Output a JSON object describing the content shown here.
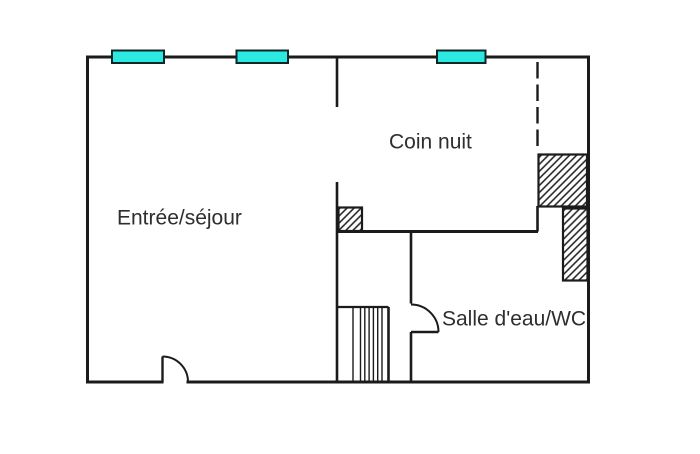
{
  "figure": {
    "type": "apartment-floor-plan",
    "colors": {
      "background": "#ffffff",
      "wall": "#1b1b1b",
      "label": "#2e2e2e",
      "window-fill": "#2be8e0",
      "window-border": "#0d2626"
    },
    "rooms": {
      "living": {
        "label": "Entrée/séjour"
      },
      "sleeping": {
        "label": "Coin nuit"
      },
      "bathroom": {
        "label": "Salle d'eau/WC"
      }
    },
    "elements": {
      "windows": [
        "window-left",
        "window-center",
        "window-right"
      ],
      "doors": [
        "entrance-door",
        "bathroom-door"
      ],
      "hatched_blocks": [
        "hatched-block-small",
        "hatched-block-right-upper",
        "hatched-block-right-lower"
      ],
      "stairs": "stairs-hatch",
      "dashed_partition": "dashed-partition-line"
    }
  }
}
